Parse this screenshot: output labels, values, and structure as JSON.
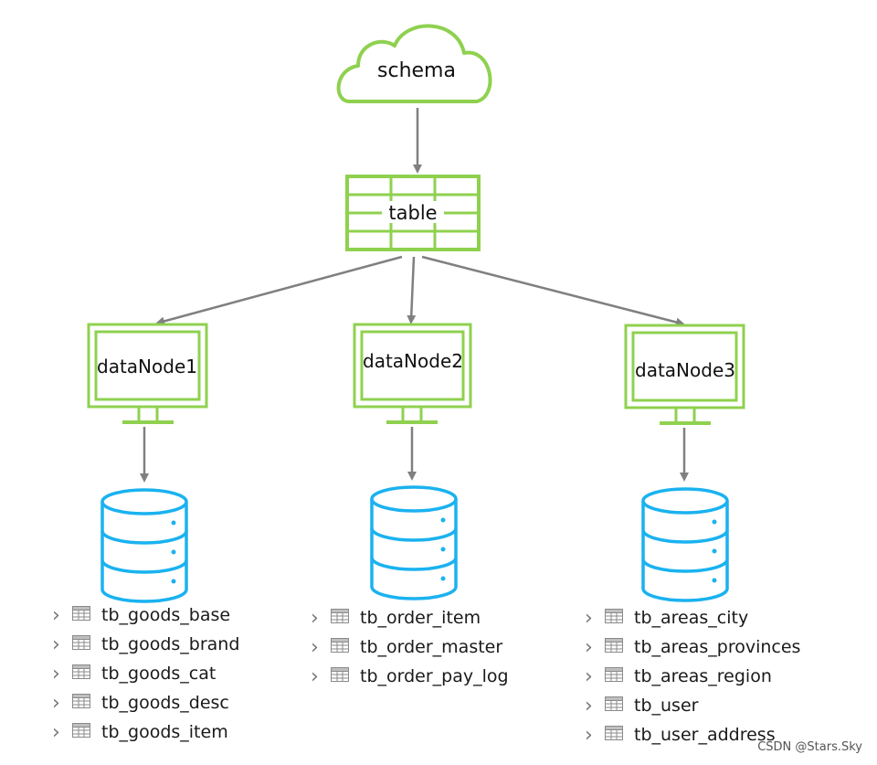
{
  "schema": {
    "label": "schema"
  },
  "table": {
    "label": "table"
  },
  "data_nodes": [
    {
      "label": "dataNode1",
      "tables": [
        "tb_goods_base",
        "tb_goods_brand",
        "tb_goods_cat",
        "tb_goods_desc",
        "tb_goods_item"
      ]
    },
    {
      "label": "dataNode2",
      "tables": [
        "tb_order_item",
        "tb_order_master",
        "tb_order_pay_log"
      ]
    },
    {
      "label": "dataNode3",
      "tables": [
        "tb_areas_city",
        "tb_areas_provinces",
        "tb_areas_region",
        "tb_user",
        "tb_user_address"
      ]
    }
  ],
  "colors": {
    "green": "#8fd14f",
    "blue": "#1ab2f0",
    "arrow": "#808080"
  },
  "watermark": "CSDN @Stars.Sky"
}
